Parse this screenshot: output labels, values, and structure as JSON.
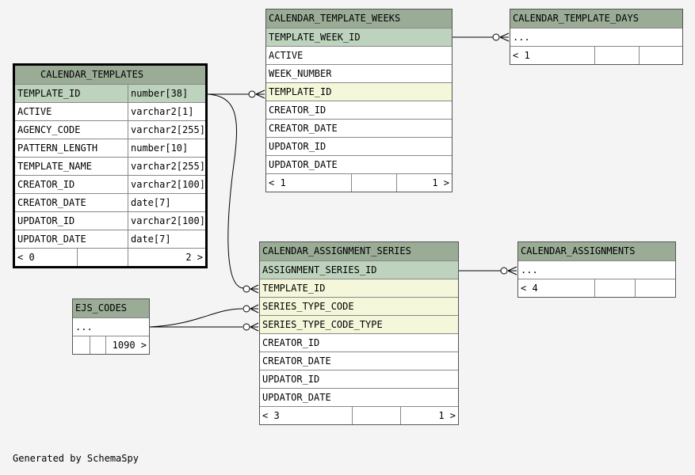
{
  "tables": {
    "calendar_templates": {
      "name": "CALENDAR_TEMPLATES",
      "columns": [
        {
          "name": "TEMPLATE_ID",
          "type": "number[38]"
        },
        {
          "name": "ACTIVE",
          "type": "varchar2[1]"
        },
        {
          "name": "AGENCY_CODE",
          "type": "varchar2[255]"
        },
        {
          "name": "PATTERN_LENGTH",
          "type": "number[10]"
        },
        {
          "name": "TEMPLATE_NAME",
          "type": "varchar2[255]"
        },
        {
          "name": "CREATOR_ID",
          "type": "varchar2[100]"
        },
        {
          "name": "CREATOR_DATE",
          "type": "date[7]"
        },
        {
          "name": "UPDATOR_ID",
          "type": "varchar2[100]"
        },
        {
          "name": "UPDATOR_DATE",
          "type": "date[7]"
        }
      ],
      "footer": [
        "< 0",
        "",
        "2 >"
      ]
    },
    "calendar_template_weeks": {
      "name": "CALENDAR_TEMPLATE_WEEKS",
      "columns": [
        "TEMPLATE_WEEK_ID",
        "ACTIVE",
        "WEEK_NUMBER",
        "TEMPLATE_ID",
        "CREATOR_ID",
        "CREATOR_DATE",
        "UPDATOR_ID",
        "UPDATOR_DATE"
      ],
      "footer": [
        "< 1",
        "",
        "1 >"
      ]
    },
    "calendar_template_days": {
      "name": "CALENDAR_TEMPLATE_DAYS",
      "columns": [
        "..."
      ],
      "footer": [
        "< 1",
        "",
        ""
      ]
    },
    "calendar_assignment_series": {
      "name": "CALENDAR_ASSIGNMENT_SERIES",
      "columns": [
        "ASSIGNMENT_SERIES_ID",
        "TEMPLATE_ID",
        "SERIES_TYPE_CODE",
        "SERIES_TYPE_CODE_TYPE",
        "CREATOR_ID",
        "CREATOR_DATE",
        "UPDATOR_ID",
        "UPDATOR_DATE"
      ],
      "footer": [
        "< 3",
        "",
        "1 >"
      ]
    },
    "calendar_assignments": {
      "name": "CALENDAR_ASSIGNMENTS",
      "columns": [
        "..."
      ],
      "footer": [
        "< 4",
        "",
        ""
      ]
    },
    "ejs_codes": {
      "name": "EJS_CODES",
      "columns": [
        "..."
      ],
      "footer": [
        "",
        "",
        "1090 >"
      ]
    }
  },
  "footer_note": "Generated by SchemaSpy"
}
